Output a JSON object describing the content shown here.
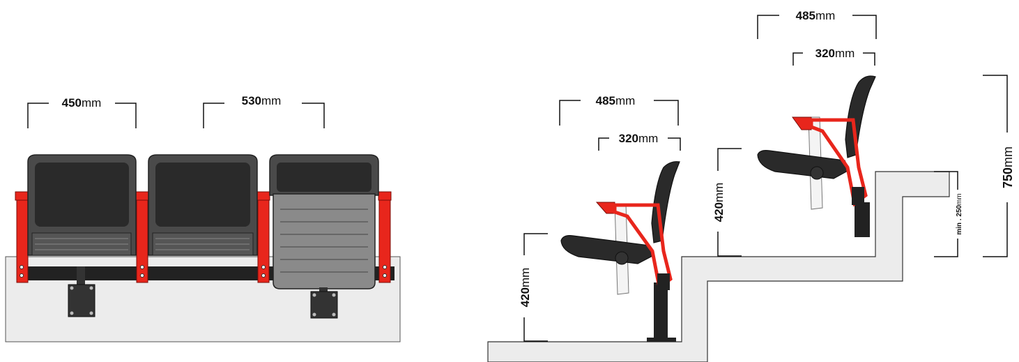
{
  "front_view": {
    "dimensions": [
      {
        "value": "450",
        "unit": "mm"
      },
      {
        "value": "530",
        "unit": "mm"
      }
    ]
  },
  "side_view": {
    "lower_seat": {
      "overall_depth": {
        "value": "485",
        "unit": "mm"
      },
      "folded_depth": {
        "value": "320",
        "unit": "mm"
      },
      "seat_height": {
        "value": "420",
        "unit": "mm"
      }
    },
    "upper_seat": {
      "overall_depth": {
        "value": "485",
        "unit": "mm"
      },
      "folded_depth": {
        "value": "320",
        "unit": "mm"
      },
      "seat_height": {
        "value": "420",
        "unit": "mm"
      }
    },
    "riser_min": {
      "label": "min . 250",
      "unit": "mm"
    },
    "tier_height": {
      "value": "750",
      "unit": "mm"
    }
  },
  "colors": {
    "seat_shell": "#4a4a4a",
    "seat_pad": "#2a2a2a",
    "frame_red": "#e8261c",
    "beam": "#222222",
    "floor": "#ececec"
  }
}
